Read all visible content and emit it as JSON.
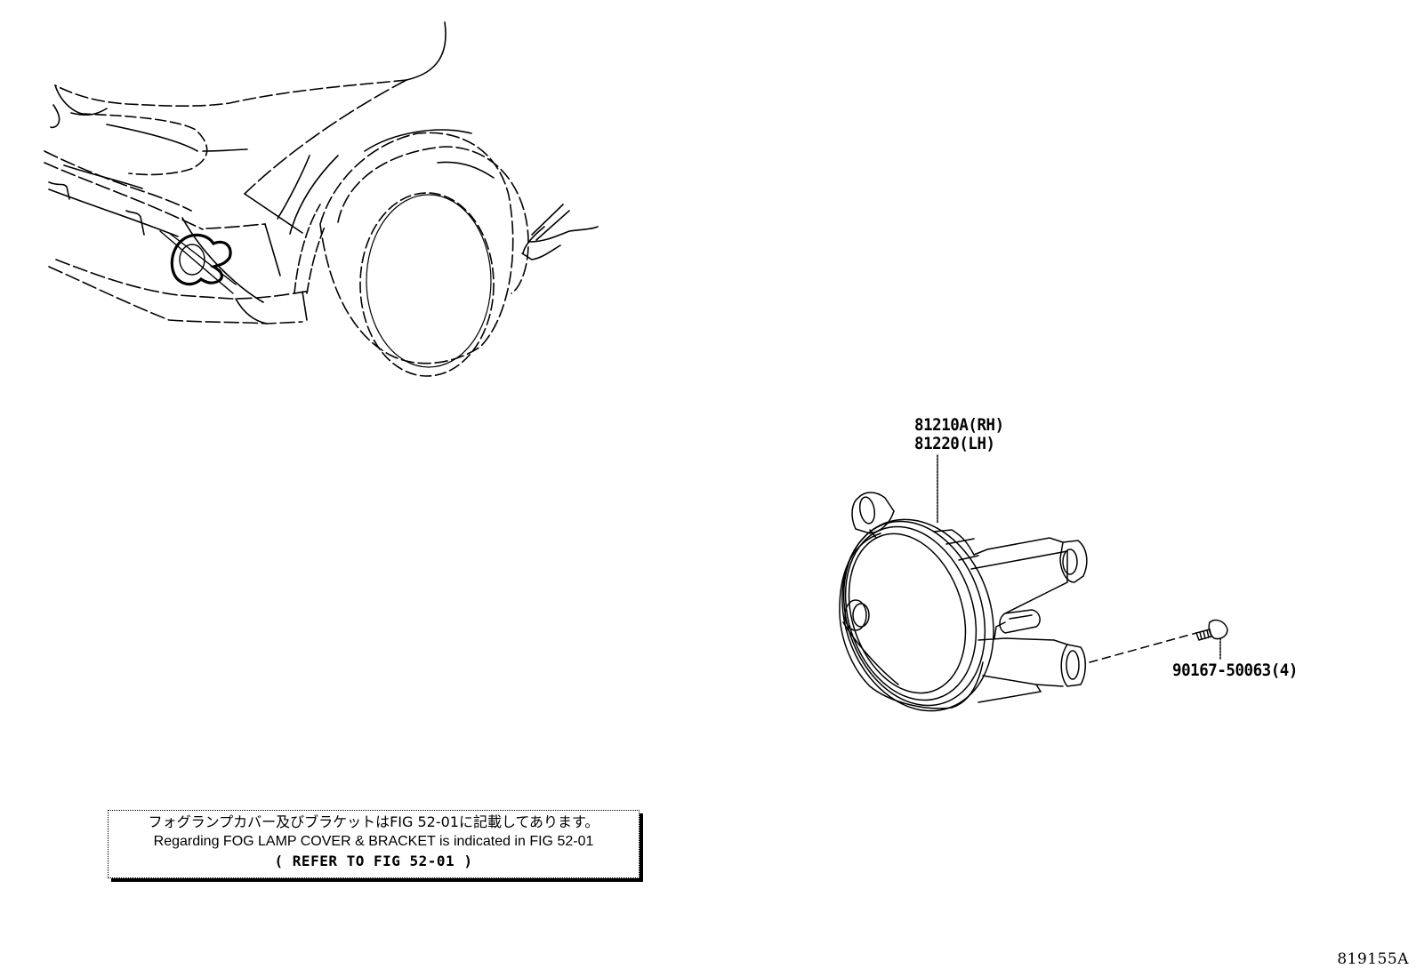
{
  "diagram": {
    "type": "parts-illustration",
    "subject": "Fog lamp assembly",
    "figure_id": "819155A"
  },
  "callouts": {
    "main_part": {
      "line1": "81210A(RH)",
      "line2": "81220(LH)"
    },
    "bolt": {
      "label": "90167-50063(4)"
    }
  },
  "note": {
    "japanese": "フォグランプカバー及びブラケットはFIG 52-01に記載してあります。",
    "english": "Regarding FOG LAMP COVER & BRACKET is indicated in FIG 52-01",
    "reference": "(   REFER TO FIG 52-01  )"
  },
  "colors": {
    "line": "#000000",
    "background": "#ffffff"
  }
}
